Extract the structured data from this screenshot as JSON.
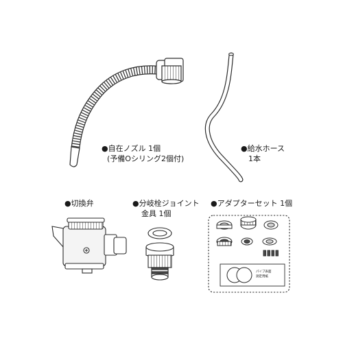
{
  "items": {
    "nozzle": {
      "icon": "flexible-nozzle-icon",
      "label": "●自在ノズル 1個",
      "note": "(予備Oシリング2個付)"
    },
    "hose": {
      "icon": "water-hose-icon",
      "label": "●給水ホース",
      "qty": "1本"
    },
    "valve": {
      "icon": "switch-valve-icon",
      "label": "●切換弁"
    },
    "joint": {
      "icon": "branch-faucet-joint-icon",
      "label": "●分岐栓ジョイント",
      "qty": "金具 1個"
    },
    "adapter": {
      "icon": "adapter-set-icon",
      "label": "●アダプターセット 1個",
      "sheet_line1": "パイプ表面",
      "sheet_line2": "測定用紙"
    }
  },
  "colors": {
    "line": "#2a2a2a",
    "fill_light": "#f4f4f4",
    "fill_mid": "#cfcfcf",
    "fill_dark": "#4a4a4a"
  }
}
